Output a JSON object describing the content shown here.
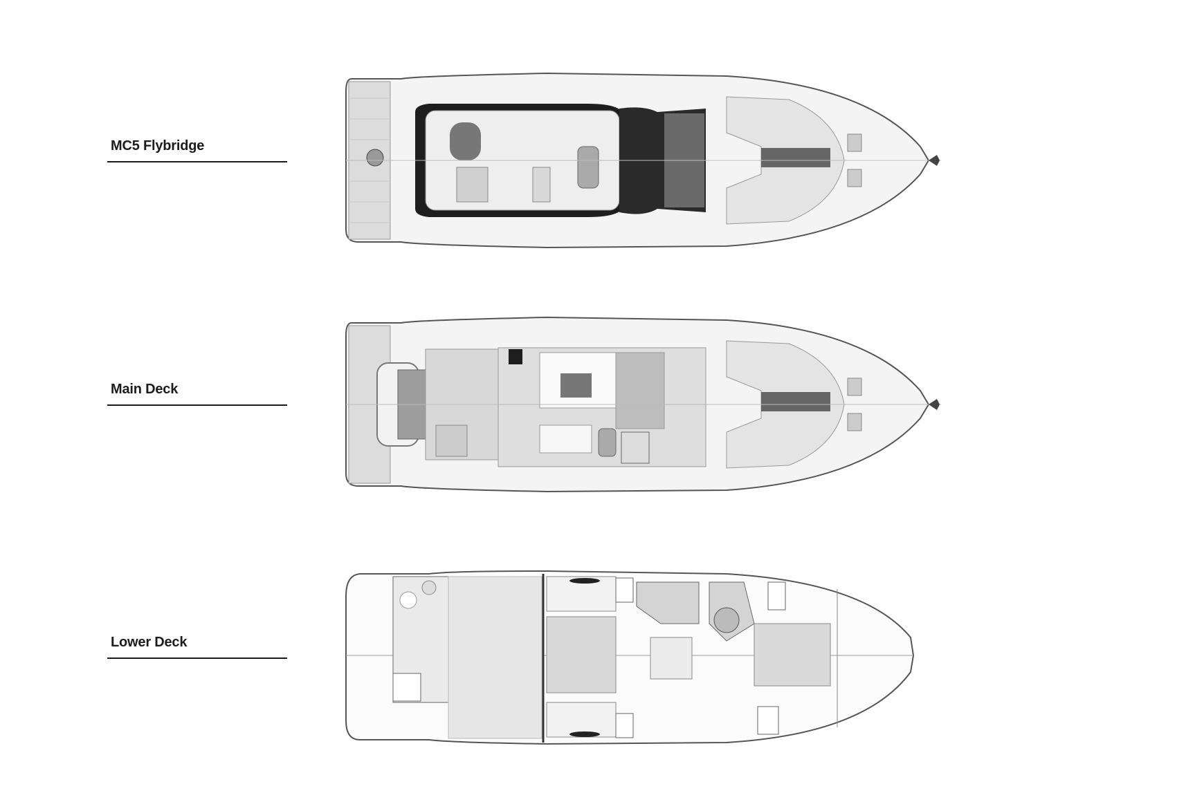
{
  "decks": [
    {
      "id": "flybridge",
      "label": "MC5 Flybridge"
    },
    {
      "id": "main",
      "label": "Main Deck"
    },
    {
      "id": "lower",
      "label": "Lower Deck"
    }
  ],
  "colors": {
    "background": "#ffffff",
    "label_text": "#1c1c1c",
    "rule": "#1a1a1a",
    "hull_outline": "#555555",
    "deck_fill": "#e9e9e9",
    "dark_fill": "#2a2a2a"
  }
}
